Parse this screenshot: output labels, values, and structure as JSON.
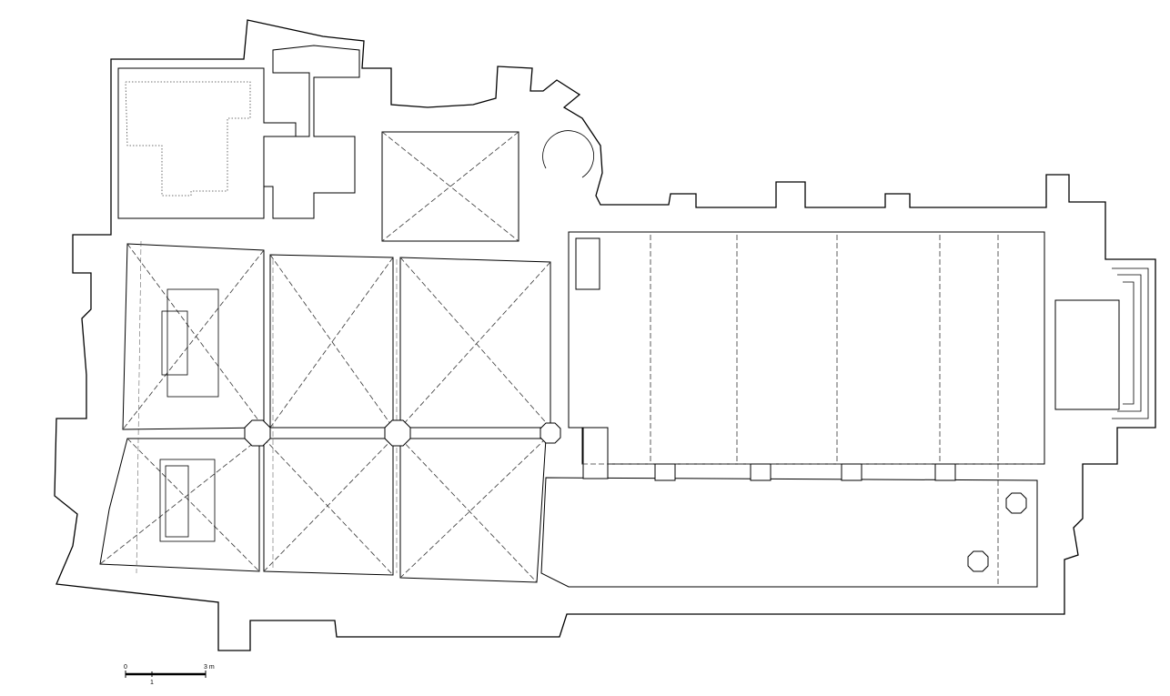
{
  "scale_bar": {
    "label_start": "0",
    "label_mid": "1",
    "label_end": "3 m"
  }
}
